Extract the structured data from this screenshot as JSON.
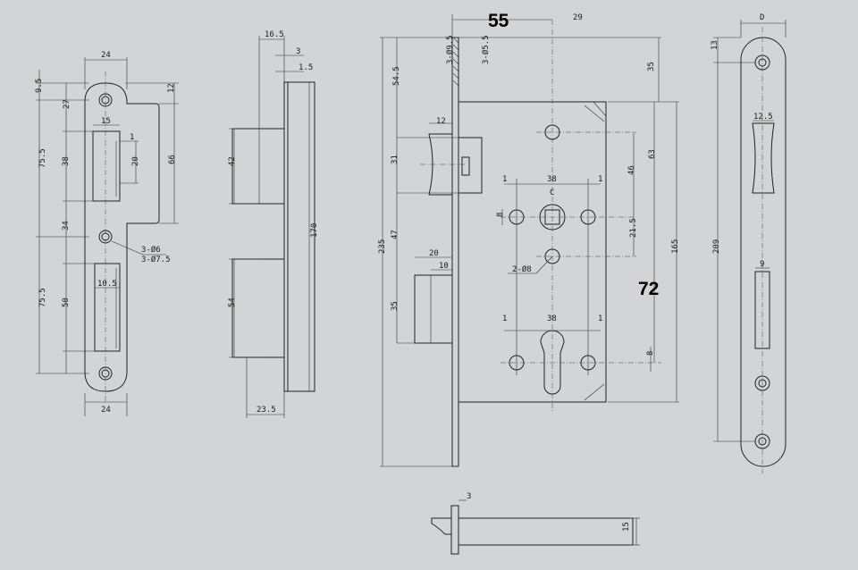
{
  "highlight": {
    "width": "55",
    "backset": "72"
  },
  "strike": {
    "top_width": "24",
    "bottom_width": "24",
    "d_9_5": "9.5",
    "d_27": "27",
    "d_12": "12",
    "d_15": "15",
    "d_1": "1",
    "d_38": "38",
    "d_20": "20",
    "d_66": "66",
    "d_75_5_top": "75.5",
    "d_34": "34",
    "d_75_5_bottom": "75.5",
    "d_50": "50",
    "d_10_5": "10.5",
    "hole_note_1": "3-Ø6",
    "hole_note_2": "3-Ø7.5"
  },
  "side": {
    "d_16_5": "16.5",
    "d_3": "3",
    "d_1_5": "1.5",
    "d_42": "42",
    "d_170": "170",
    "d_54": "54",
    "d_23_5": "23.5"
  },
  "body": {
    "d_29": "29",
    "d_35_top": "35",
    "d_54_5": "54.5",
    "hole_a": "3-Ø9.5",
    "hole_b": "3-Ø5.5",
    "d_12": "12",
    "d_31": "31",
    "d_235": "235",
    "d_47": "47",
    "d_20": "20",
    "d_10": "10",
    "d_35_bottom": "35",
    "d_1_a": "1",
    "d_38_a": "38",
    "d_1_b": "1",
    "c_label": "C",
    "d_8_a": "8",
    "d_46": "46",
    "d_63": "63",
    "d_21_5": "21.5",
    "d_165": "165",
    "hole_c": "2-Ø8",
    "d_1_c": "1",
    "d_38_b": "38",
    "d_1_d": "1",
    "d_8_b": "8"
  },
  "faceplate": {
    "d_label": "D",
    "d_13": "13",
    "d_12_5": "12.5",
    "d_209": "209",
    "d_9": "9"
  },
  "latch": {
    "d_3": "3",
    "d_15": "15"
  }
}
